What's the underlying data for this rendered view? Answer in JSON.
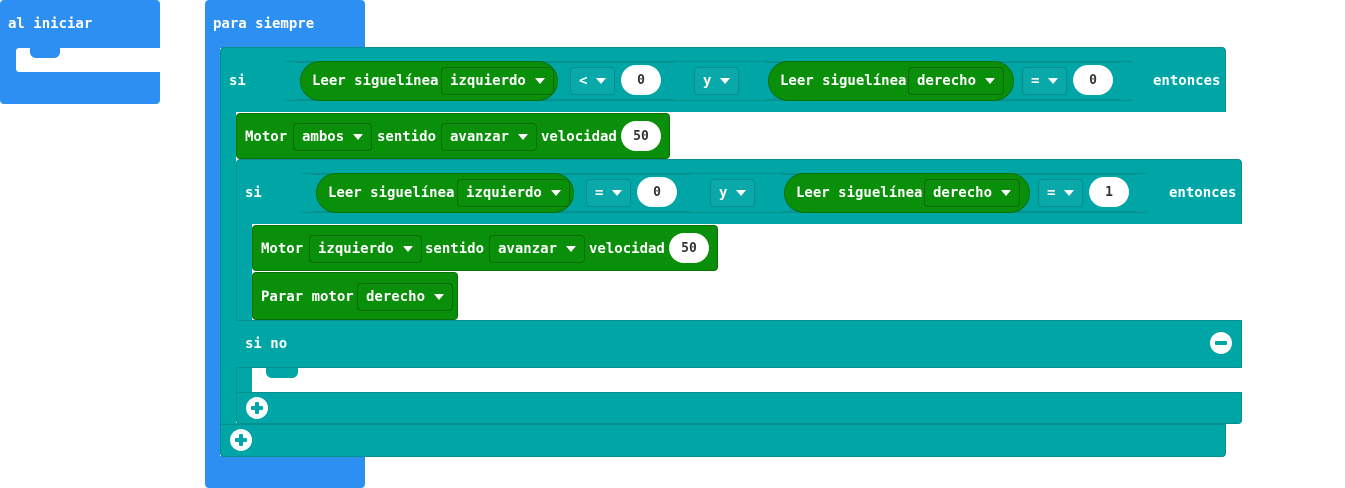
{
  "on_start": {
    "label": "al iniciar"
  },
  "forever": {
    "label": "para siempre"
  },
  "if1": {
    "si": "si",
    "then": "entonces",
    "left": {
      "block": "Leer siguelínea",
      "side": "izquierdo",
      "op": "<",
      "value": "0"
    },
    "logic": "y",
    "right": {
      "block": "Leer siguelínea",
      "side": "derecho",
      "op": "=",
      "value": "0"
    }
  },
  "motor1": {
    "block": "Motor",
    "which": "ambos",
    "dir_label": "sentido",
    "dir": "avanzar",
    "speed_label": "velocidad",
    "speed": "50"
  },
  "if2": {
    "si": "si",
    "then": "entonces",
    "left": {
      "block": "Leer siguelínea",
      "side": "izquierdo",
      "op": "=",
      "value": "0"
    },
    "logic": "y",
    "right": {
      "block": "Leer siguelínea",
      "side": "derecho",
      "op": "=",
      "value": "1"
    },
    "else": "si no"
  },
  "motor2": {
    "block": "Motor",
    "which": "izquierdo",
    "dir_label": "sentido",
    "dir": "avanzar",
    "speed_label": "velocidad",
    "speed": "50"
  },
  "stop": {
    "block": "Parar motor",
    "which": "derecho"
  },
  "icons": {
    "add": "plus-circle-icon",
    "remove": "minus-circle-icon",
    "dropdown": "triangle-down-icon"
  },
  "colors": {
    "events": "#2e8ff2",
    "logic": "#00a6a6",
    "motors": "#0a8f0a"
  }
}
